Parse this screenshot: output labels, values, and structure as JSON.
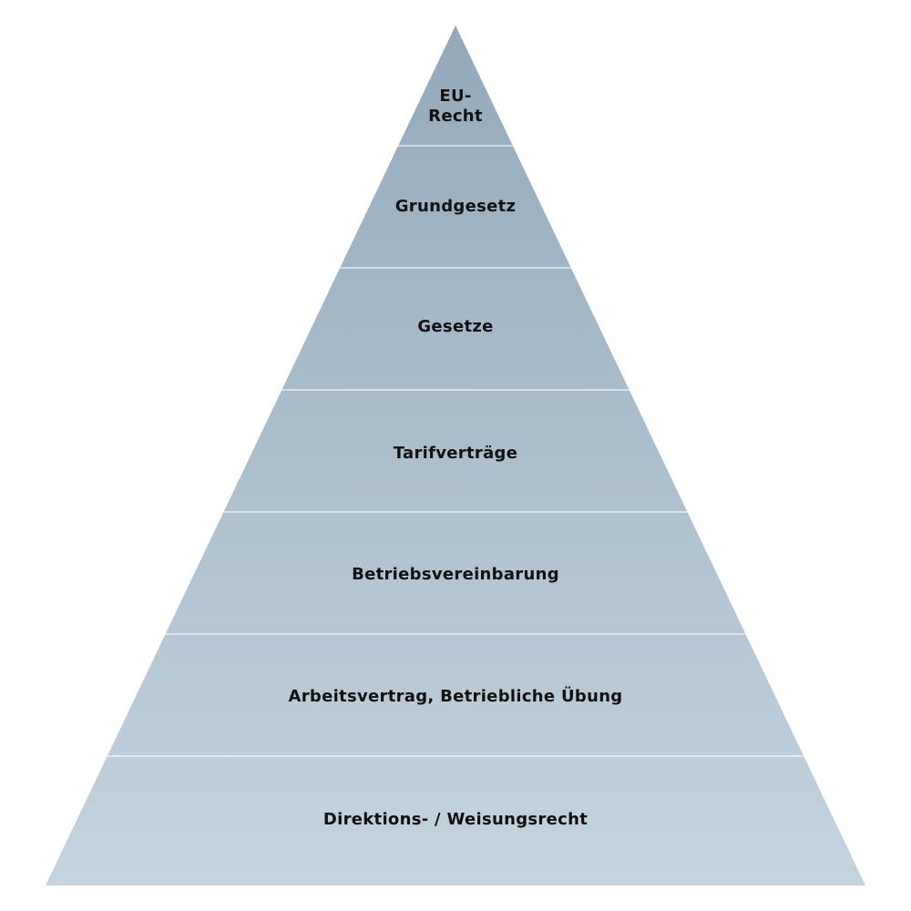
{
  "diagram": {
    "type": "pyramid",
    "colors": {
      "top": "#93a9ba",
      "bottom": "#c4d4df",
      "separator": "#f4f7f9",
      "text": "#111111"
    },
    "tiers": [
      {
        "lines": [
          "EU-",
          "Recht"
        ]
      },
      {
        "lines": [
          "Grundgesetz"
        ]
      },
      {
        "lines": [
          "Gesetze"
        ]
      },
      {
        "lines": [
          "Tarifverträge"
        ]
      },
      {
        "lines": [
          "Betriebsvereinbarung"
        ]
      },
      {
        "lines": [
          "Arbeitsvertrag, Betriebliche Übung"
        ]
      },
      {
        "lines": [
          "Direktions- / Weisungsrecht"
        ]
      }
    ]
  }
}
